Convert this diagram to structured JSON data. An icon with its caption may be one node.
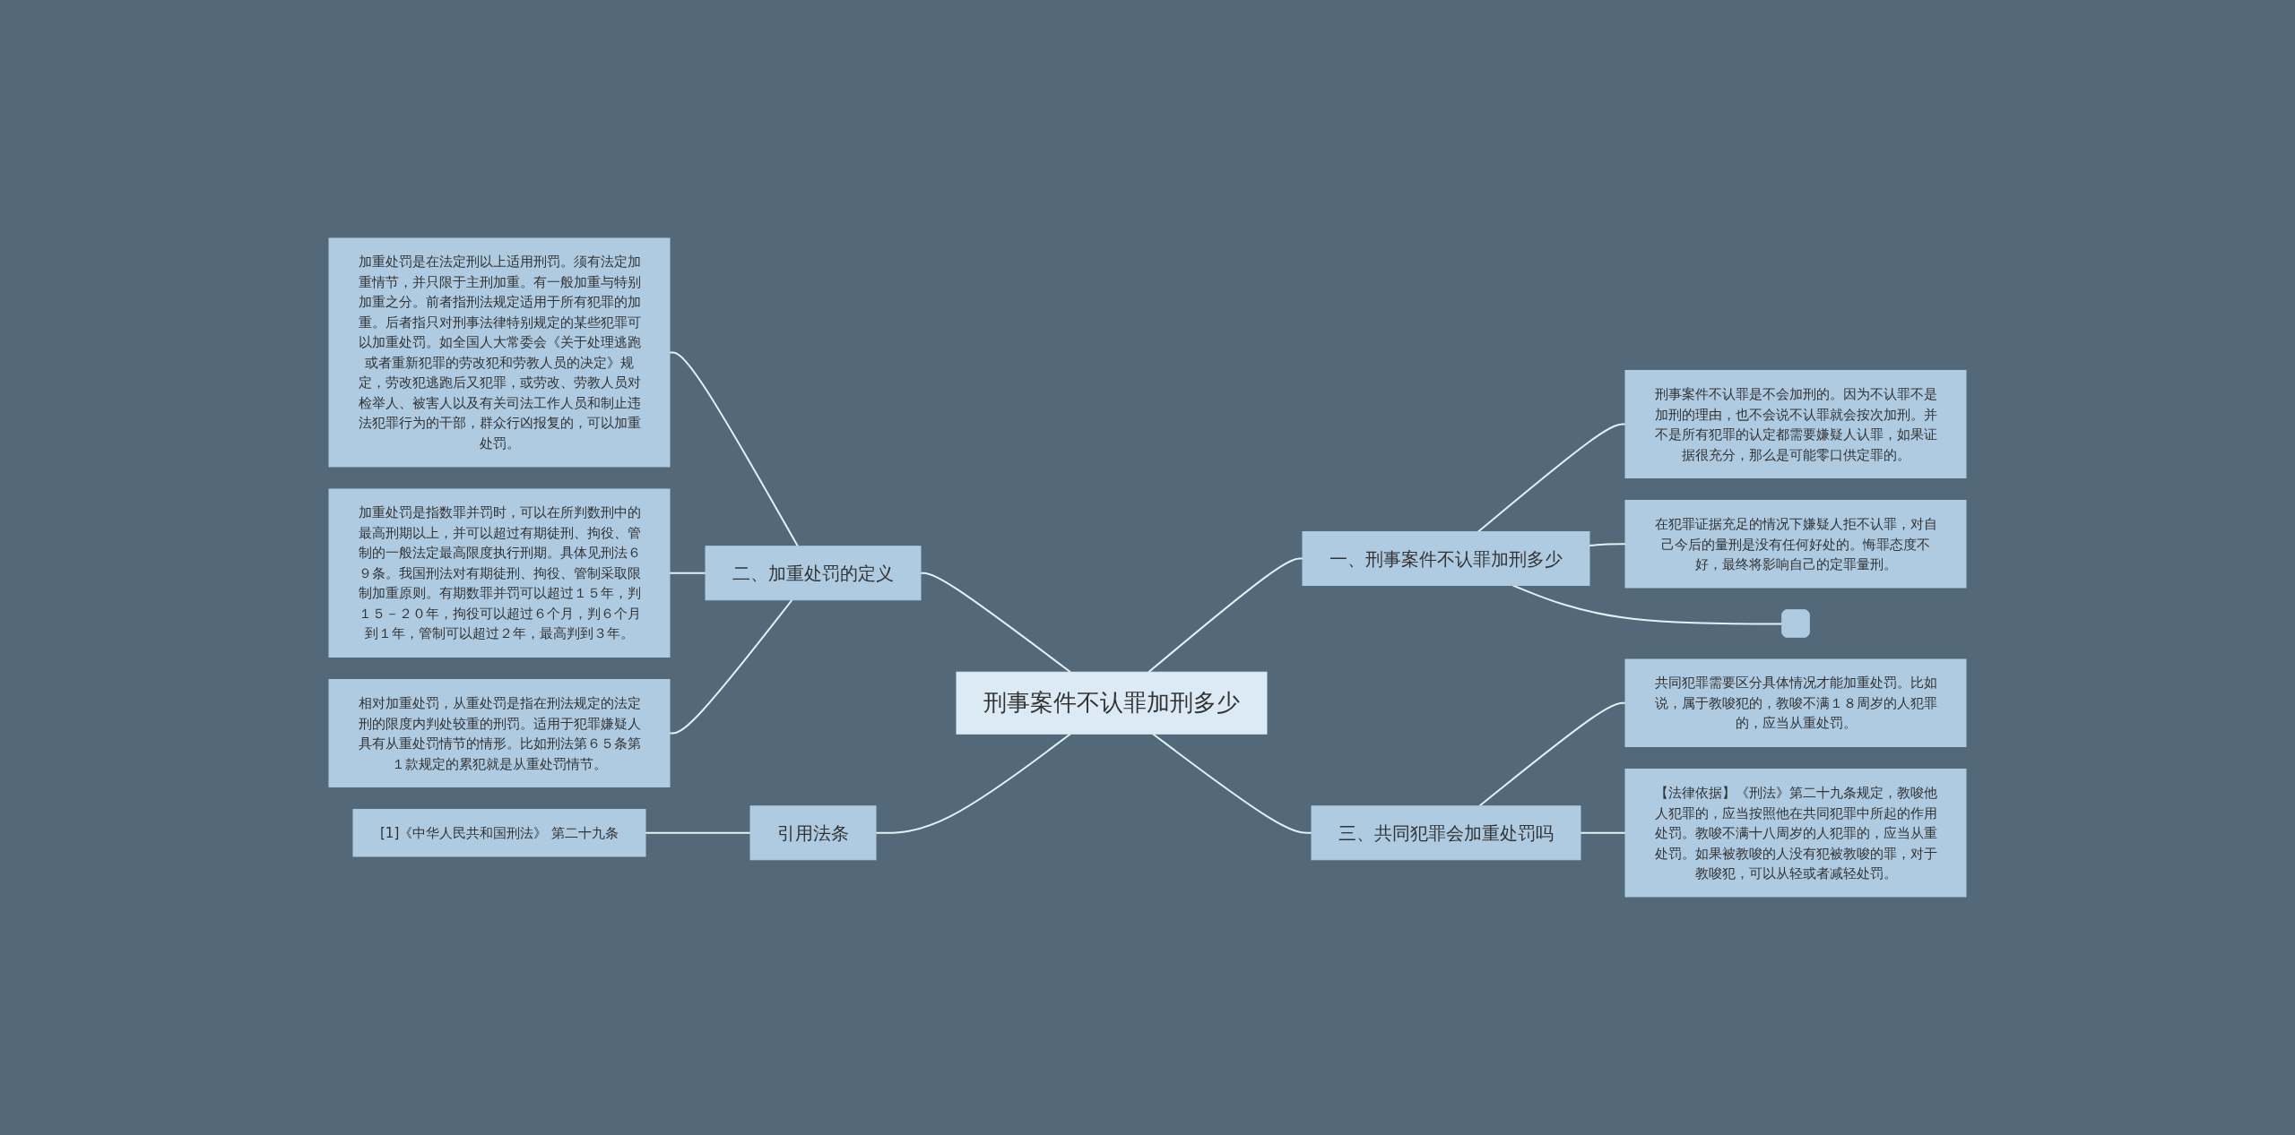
{
  "diagram": {
    "nodes": [
      {
        "text": [
          "刑事案件不认罪加刑多少"
        ]
      },
      {
        "text": [
          "二、加重处罚的定义"
        ]
      },
      {
        "text": [
          "加重处罚是在法定刑以上适用刑罚。须有法定加重情节，并只限于主刑加重。有一般加重与特别加重之分。前者指刑法规定适用于所有犯罪的加重。后者指只对刑事法律特别规定的某些犯罪可以加重处罚。如全国人大常委会《关于处理逃跑或者重新犯罪的劳改犯和劳教人员的决定》规定，劳改犯逃跑后又犯罪，或劳改、劳教人员对检举人、被害人以及有关司法工作人员和制止违法犯罪行为的干部，群众行凶报复的，可以加重处罚。"
        ]
      },
      {
        "text": [
          "加重处罚是指数罪并罚时，可以在所判数刑中的最高刑期以上，并可以超过有期徒刑、拘役、管制的一般法定最高限度执行刑期。具体见刑法６９条。我国刑法对有期徒刑、拘役、管制采取限制加重原则。有期数罪并罚可以超过１５年，判１５－２０年，拘役可以超过６个月，判６个月到１年，管制可以超过２年，最高判到３年。"
        ]
      },
      {
        "text": [
          "相对加重处罚，从重处罚是指在刑法规定的法定刑的限度内判处较重的刑罚。适用于犯罪嫌疑人具有从重处罚情节的情形。比如刑法第６５条第１款规定的累犯就是从重处罚情节。"
        ]
      },
      {
        "text": [
          "引用法条"
        ]
      },
      {
        "text": [
          "[1]《中华人民共和国刑法》 第二十九条"
        ]
      },
      {
        "text": [
          "一、刑事案件不认罪加刑多少"
        ]
      },
      {
        "text": [
          "刑事案件不认罪是不会加刑的。因为不认罪不是加刑的理由，也不会说不认罪就会按次加刑。并不是所有犯罪的认定都需要嫌疑人认罪，如果证据很充分，那么是可能零口供定罪的。"
        ]
      },
      {
        "text": [
          "在犯罪证据充足的情况下嫌疑人拒不认罪，对自己今后的量刑是没有任何好处的。悔罪态度不好，最终将影响自己的定罪量刑。"
        ]
      },
      {
        "text": [],
        "shape": "box"
      },
      {
        "text": [
          "三、共同犯罪会加重处罚吗"
        ]
      },
      {
        "text": [
          "共同犯罪需要区分具体情况才能加重处罚。比如说，属于教唆犯的，教唆不满１８周岁的人犯罪的，应当从重处罚。"
        ]
      },
      {
        "text": [
          "【法律依据】《刑法》第二十九条规定，教唆他人犯罪的，应当按照他在共同犯罪中所起的作用处罚。教唆不满十八周岁的人犯罪的，应当从重处罚。如果被教唆的人没有犯被教唆的罪，对于教唆犯，可以从轻或者减轻处罚。"
        ]
      }
    ],
    "edges": [
      {
        "from": 0,
        "to": 1,
        "arrow": "none"
      },
      {
        "from": 1,
        "to": 2,
        "arrow": "none"
      },
      {
        "from": 1,
        "to": 3,
        "arrow": "none"
      },
      {
        "from": 1,
        "to": 4,
        "arrow": "none"
      },
      {
        "from": 0,
        "to": 5,
        "arrow": "none"
      },
      {
        "from": 5,
        "to": 6,
        "arrow": "none"
      },
      {
        "from": 0,
        "to": 7,
        "arrow": "none"
      },
      {
        "from": 7,
        "to": 8,
        "arrow": "none"
      },
      {
        "from": 7,
        "to": 9,
        "arrow": "none"
      },
      {
        "from": 7,
        "to": 10,
        "arrow": "none"
      },
      {
        "from": 0,
        "to": 11,
        "arrow": "none"
      },
      {
        "from": 11,
        "to": 12,
        "arrow": "none"
      },
      {
        "from": 11,
        "to": 13,
        "arrow": "none"
      }
    ]
  }
}
